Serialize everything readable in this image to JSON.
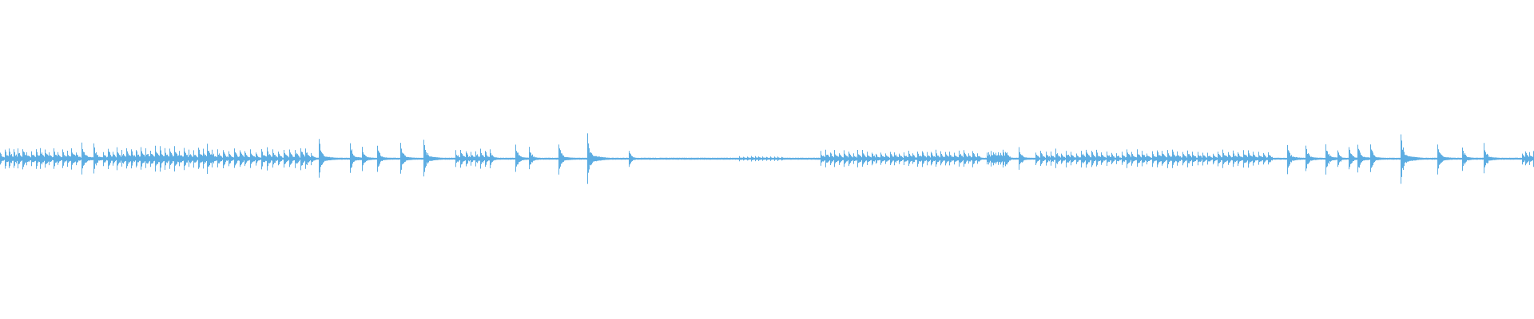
{
  "chart_data": {
    "type": "area",
    "description_kind": "audio-waveform",
    "color": "#5dade2",
    "background": "#ffffff",
    "amplitude_range": [
      -1,
      1
    ],
    "baseline_amplitude": 0.006,
    "events": [
      {
        "kind": "roll",
        "start": 0.0,
        "end": 0.05,
        "amp": 0.075,
        "spacing": 0.0029
      },
      {
        "kind": "hit",
        "t": 0.053,
        "amp": 0.11
      },
      {
        "kind": "hit",
        "t": 0.061,
        "amp": 0.1
      },
      {
        "kind": "roll",
        "start": 0.067,
        "end": 0.134,
        "amp": 0.085,
        "spacing": 0.0031
      },
      {
        "kind": "hit",
        "t": 0.135,
        "amp": 0.1
      },
      {
        "kind": "roll",
        "start": 0.138,
        "end": 0.205,
        "amp": 0.075,
        "spacing": 0.0036
      },
      {
        "kind": "hit",
        "t": 0.208,
        "amp": 0.125
      },
      {
        "kind": "hit",
        "t": 0.228,
        "amp": 0.1
      },
      {
        "kind": "hit",
        "t": 0.236,
        "amp": 0.08
      },
      {
        "kind": "hit",
        "t": 0.246,
        "amp": 0.085
      },
      {
        "kind": "hit",
        "t": 0.261,
        "amp": 0.1
      },
      {
        "kind": "hit",
        "t": 0.276,
        "amp": 0.13
      },
      {
        "kind": "roll",
        "start": 0.297,
        "end": 0.322,
        "amp": 0.075,
        "spacing": 0.0032
      },
      {
        "kind": "hit",
        "t": 0.336,
        "amp": 0.09
      },
      {
        "kind": "hit",
        "t": 0.345,
        "amp": 0.075
      },
      {
        "kind": "hit",
        "t": 0.364,
        "amp": 0.1
      },
      {
        "kind": "hit",
        "t": 0.383,
        "amp": 0.165
      },
      {
        "kind": "hit",
        "t": 0.41,
        "amp": 0.055
      },
      {
        "kind": "roll",
        "start": 0.482,
        "end": 0.51,
        "amp": 0.02,
        "spacing": 0.0025
      },
      {
        "kind": "roll",
        "start": 0.535,
        "end": 0.64,
        "amp": 0.06,
        "spacing": 0.003
      },
      {
        "kind": "roll",
        "start": 0.643,
        "end": 0.657,
        "amp": 0.06,
        "spacing": 0.0015
      },
      {
        "kind": "hit",
        "t": 0.664,
        "amp": 0.075
      },
      {
        "kind": "roll",
        "start": 0.675,
        "end": 0.83,
        "amp": 0.065,
        "spacing": 0.0033
      },
      {
        "kind": "hit",
        "t": 0.839,
        "amp": 0.1
      },
      {
        "kind": "hit",
        "t": 0.851,
        "amp": 0.09
      },
      {
        "kind": "hit",
        "t": 0.864,
        "amp": 0.1
      },
      {
        "kind": "hit",
        "t": 0.872,
        "amp": 0.06
      },
      {
        "kind": "hit",
        "t": 0.879,
        "amp": 0.075
      },
      {
        "kind": "hit",
        "t": 0.885,
        "amp": 0.1
      },
      {
        "kind": "hit",
        "t": 0.893,
        "amp": 0.09
      },
      {
        "kind": "hit",
        "t": 0.913,
        "amp": 0.165
      },
      {
        "kind": "hit",
        "t": 0.937,
        "amp": 0.1
      },
      {
        "kind": "hit",
        "t": 0.953,
        "amp": 0.08
      },
      {
        "kind": "hit",
        "t": 0.967,
        "amp": 0.1
      },
      {
        "kind": "roll",
        "start": 0.992,
        "end": 1.0,
        "amp": 0.06,
        "spacing": 0.0025
      }
    ]
  }
}
